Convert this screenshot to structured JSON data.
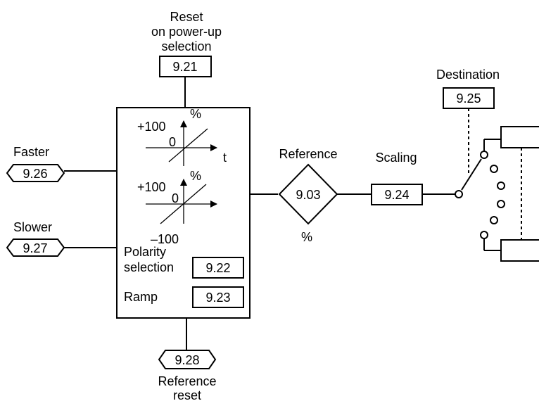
{
  "reset_on_powerup": {
    "label_lines": [
      "Reset",
      "on power-up",
      "selection"
    ],
    "param": "9.21"
  },
  "faster": {
    "label": "Faster",
    "param": "9.26"
  },
  "slower": {
    "label": "Slower",
    "param": "9.27"
  },
  "ramp_graph": {
    "top_value": "+100",
    "unit": "%",
    "zero": "0",
    "time_axis": "t"
  },
  "polarity_graph": {
    "top_value": "+100",
    "unit": "%",
    "zero": "0",
    "bottom_value": "–100"
  },
  "polarity_selection": {
    "label_lines": [
      "Polarity",
      "selection"
    ],
    "param": "9.22"
  },
  "ramp": {
    "label": "Ramp",
    "param": "9.23"
  },
  "reference_reset": {
    "label_lines": [
      "Reference",
      "reset"
    ],
    "param": "9.28"
  },
  "reference": {
    "label": "Reference",
    "param": "9.03",
    "unit": "%"
  },
  "scaling": {
    "label": "Scaling",
    "param": "9.24"
  },
  "destination": {
    "label": "Destination",
    "param": "9.25"
  }
}
